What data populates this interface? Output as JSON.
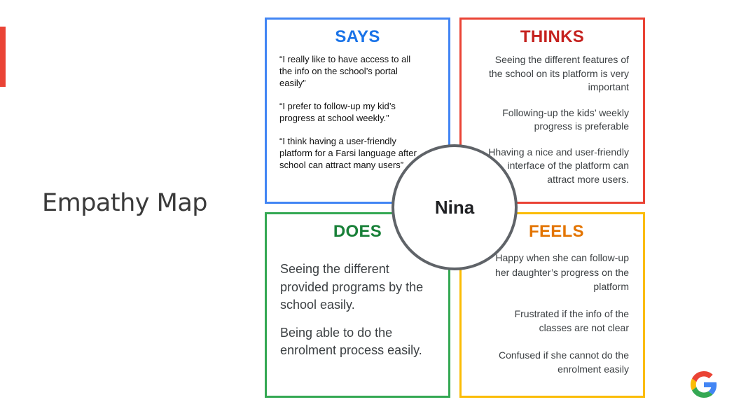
{
  "page": {
    "title": "Empathy Map"
  },
  "center": {
    "name": "Nina"
  },
  "quadrants": {
    "says": {
      "title": "SAYS",
      "items": [
        "“I really like to have access to all the info on the school’s portal easily”",
        "“I prefer to follow-up my kid’s progress at school weekly.”",
        "“I think having a user-friendly platform for a Farsi language after school can attract many users”"
      ]
    },
    "thinks": {
      "title": "THINKS",
      "items": [
        "Seeing the different features of the school on its platform is very important",
        "Following-up the kids’ weekly progress is preferable",
        "Hhaving a nice and user-friendly interface of the platform can attract more users."
      ]
    },
    "does": {
      "title": "DOES",
      "items": [
        "Seeing the different provided programs by the school easily.",
        "Being able to do the enrolment process easily."
      ]
    },
    "feels": {
      "title": "FEELS",
      "items": [
        "Happy when she can follow-up her daughter’s progress on the platform",
        "Frustrated if the info of the classes are not clear",
        "Confused if she cannot do the enrolment easily"
      ]
    }
  },
  "colors": {
    "says": "#4285f4",
    "thinks": "#ea4335",
    "does": "#34a853",
    "feels": "#fbbc04",
    "accent_bar": "#ea4335",
    "circle_border": "#5f6368"
  },
  "icons": {
    "logo": "google-g-logo"
  }
}
